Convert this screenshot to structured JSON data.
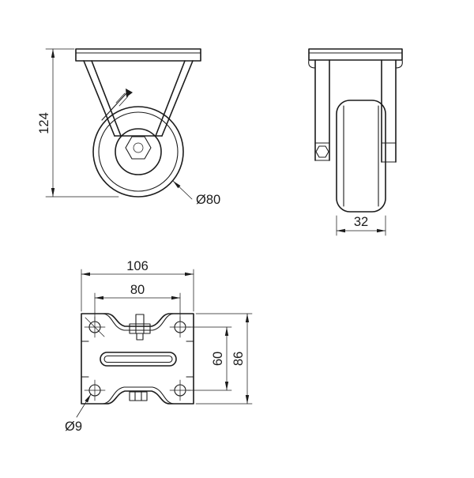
{
  "drawing": {
    "background": "#ffffff",
    "line_color": "#1c1c1c",
    "front_view": {
      "overall_height": "124",
      "wheel_diameter": "Ø80"
    },
    "side_view": {
      "wheel_width": "32"
    },
    "plate_view": {
      "plate_width": "106",
      "bolt_hole_spacing_width": "80",
      "bolt_hole_spacing_depth": "60",
      "plate_depth": "86",
      "bolt_hole_diameter": "Ø9"
    }
  }
}
